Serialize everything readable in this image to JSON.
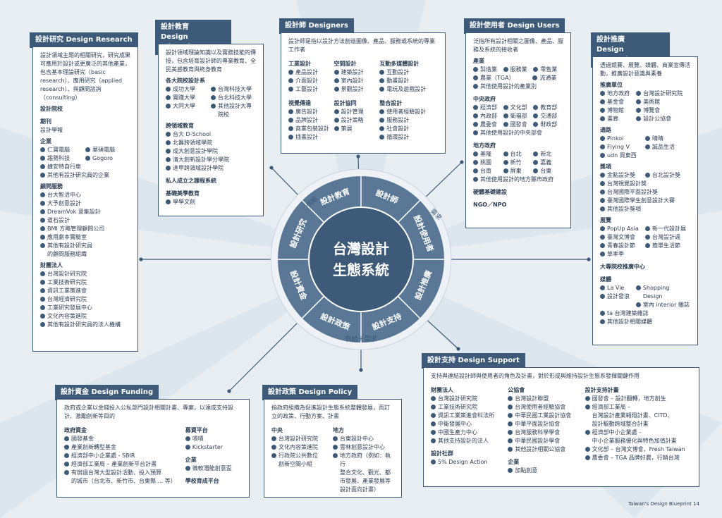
{
  "hub": {
    "center_line1": "台灣設計",
    "center_line2": "生態系統",
    "ring": [
      "設計師",
      "設計使用者",
      "設計推廣",
      "設計支持",
      "設計政策",
      "設計資金",
      "設計研究",
      "設計教育"
    ],
    "supply": "供給",
    "demand": "需求",
    "supply_demand": "供給＋需求"
  },
  "research": {
    "title": "設計研究 Design Research",
    "intro": "設計領域主題的相關研究，研究成果可應用於設計或更廣泛的其他產業，包含基本理論研究（basic research）、應用研究（applied research）、與顧問諮詢（consulting）",
    "s1": "設計院校",
    "s2": "期刊",
    "s2_text": "設計學報",
    "s3": "企業",
    "s3_items": [
      "仁寶電腦",
      "華碩電腦",
      "趨勢科技",
      "Gogoro",
      "捷安特自行車",
      "其他有設計研究員的企業"
    ],
    "s4": "顧問服務",
    "s4_items": [
      "台大智活中心",
      "大予創意設計",
      "DreamVok 意集設計",
      "道石設計",
      "BMI 方略管理顧問公司",
      "應用劇本實驗室",
      "其他有設計研究員",
      "的顧問服務組織"
    ],
    "s5": "財團法人",
    "s5_items": [
      "台灣設計研究院",
      "工業技術研究院",
      "資訊工業策進會",
      "台灣經濟研究院",
      "工業研究發展中心",
      "文化內容策進院",
      "其他有設計研究員的法人機構"
    ]
  },
  "education": {
    "title1": "設計教育",
    "title2": "Design Education",
    "intro": "設計領域理論知識以及實務技能的傳授，包含培育設計師的專業教育、全民美感教育與終身教育",
    "s1": "各大院校設計系",
    "s1_items": [
      "成功大學",
      "台灣科技大學",
      "實踐大學",
      "台北科技大學",
      "大同大學",
      "其他設計大專院校"
    ],
    "s2": "跨領域教育",
    "s2_items": [
      "台大 D-School",
      "北醫跨領域學院",
      "成大創意設計學院",
      "清大創新設計學分學院",
      "逢甲跨領域設計學院"
    ],
    "s3": "私人成立之課程系統",
    "s4": "基礎美學教育",
    "s4_items": [
      "學學文創"
    ]
  },
  "designers": {
    "title": "設計師 Designers",
    "intro": "設計師是指以設計方法創造圖像、產品、服務或系統的專業工作者",
    "g1": "工業設計",
    "g1_items": [
      "產品設計",
      "介面設計",
      "工藝設計"
    ],
    "g2": "空間設計",
    "g2_items": [
      "建築設計",
      "室內設計",
      "景觀設計"
    ],
    "g3": "互動多媒體設計",
    "g3_items": [
      "互動設計",
      "動畫設計",
      "電玩及遊戲設計"
    ],
    "g4": "視覺傳達",
    "g4_items": [
      "廣告設計",
      "品牌設計",
      "商業包裝設計",
      "插畫設計"
    ],
    "g5": "設計協同",
    "g5_items": [
      "設計管理",
      "設計策略",
      "策展"
    ],
    "g6": "整合設計",
    "g6_items": [
      "使用者經驗設計",
      "服務設計",
      "社會設計",
      "循環設計"
    ]
  },
  "users": {
    "title": "設計使用者 Design Users",
    "intro": "泛指所有設計相關之圖像、產品、服務及系統的接收者",
    "s1": "產業",
    "s1_items": [
      "製造業",
      "服務業",
      "零售業",
      "農業（TGA）",
      "流通業"
    ],
    "s1_extra": "其他使用設計的產業別",
    "s2": "中央政府",
    "s2_items": [
      "經濟部",
      "文化部",
      "教育部",
      "內政部",
      "衛福部",
      "交通部",
      "農委會",
      "國發會",
      "財政部"
    ],
    "s2_extra": "其他使用設計的中央部會",
    "s3": "地方政府",
    "s3_items": [
      "基隆",
      "台北",
      "新北",
      "桃園",
      "新竹",
      "嘉義",
      "台南",
      "屏東",
      "台東"
    ],
    "s3_extra": "其他使用設計的地方縣市政府",
    "s4": "硬體基礎建設",
    "s5": "NGO／NPO"
  },
  "promotion": {
    "title1": "設計推廣",
    "title2": "Design Promotion",
    "intro": "透過競賽、展覽、媒體、商業宣傳活動，推廣設計意識與素養",
    "s1": "推廣單位",
    "s1_items": [
      "地方政府",
      "台灣設計研究院",
      "基金會",
      "美術館",
      "博物館",
      "博覽會",
      "畫廊",
      "設計公協會"
    ],
    "s2": "通路",
    "s2_items": [
      "Pinkoi",
      "晴晴",
      "Flying V",
      "誠品生活"
    ],
    "s2_extra": "udn 買東西",
    "s3": "獎項",
    "s3_items": [
      "金點設計獎",
      "台北設計獎"
    ],
    "s3_list": [
      "台灣視覺設計獎",
      "台灣國際平面設計獎",
      "臺灣國際學生創意設計大賽",
      "其他設計獎項"
    ],
    "s4": "展覽",
    "s4_items": [
      "PopUp Asia",
      "新一代設計展",
      "臺灣文博會",
      "台灣設計週",
      "青春設計節",
      "簡單生活節"
    ],
    "s4_extra": "草率季",
    "s5": "大專院校推廣中心",
    "s6": "媒體",
    "s6_items": [
      "La Vie",
      "Shopping Design",
      "設計發浪",
      "室內 interior 雜誌"
    ],
    "s6_list": [
      "ta 台灣建築雜誌",
      "其他設計相關媒體"
    ]
  },
  "support": {
    "title": "設計支持 Design Support",
    "intro": "支持與連結設計師與使用者的角色及計畫，對於形成與維持設計生態系發揮關鍵作用",
    "c1": "財團法人",
    "c1_items": [
      "台灣設計研究院",
      "工業技術研究院",
      "資訊工業策進會科法所",
      "中衛發展中心",
      "中國生產力中心",
      "其他支持設計的法人"
    ],
    "c1b": "設計社群",
    "c1b_items": [
      "5% Design Action"
    ],
    "c2": "公協會",
    "c2_items": [
      "台灣設計聯盟",
      "台灣使用者經驗協會",
      "中華民國工業設計協會",
      "中華平面設計協會",
      "台灣服務科學學會",
      "中華民國設計學會",
      "其他設計相關公協會"
    ],
    "c2b": "企業",
    "c2b_items": [
      "加點創意"
    ],
    "c3": "設計支持計畫",
    "c3_items": [
      "國發會 – 設計翻轉，地方創生",
      "經濟部工業局 –",
      "經濟部中小企業處 -",
      "文化部 – 台灣文博會、Fresh Taiwan",
      "農委會 – TGA 品牌好農，行銷台灣"
    ],
    "c3_sub1": "台灣設計產業翱翔計畫、CITD、",
    "c3_sub1b": "設計驅動跨域整合計畫",
    "c3_sub2": "中小企業服務優化與特色加值計畫"
  },
  "policy": {
    "title": "設計政策 Design Policy",
    "intro": "指政府組織為促進設計生態系統整體發展，而訂立的政策、行動方案、計畫",
    "c1": "中央",
    "c1_items": [
      "台灣設計研究院",
      "文化內容策進院",
      "行政院公共數位"
    ],
    "c1_sub": "創新空間小組",
    "c2": "地方",
    "c2_items": [
      "台東設計中心",
      "雲林創意設計中心",
      "地方政府（例如：執行"
    ],
    "c2_sub": [
      "整合文化、觀光、都",
      "市發展、產業發展等",
      "設計面向計畫）"
    ]
  },
  "funding": {
    "title": "設計資金 Design Funding",
    "intro": "政府或企業以金錢投入公私部門設計相關計畫、專案，以達成支持設計、激勵創新等目的",
    "c1": "政府資金",
    "c1_items": [
      "國發基金",
      "產業創新轉型基金",
      "經濟部中小企業處 - SBIR",
      "經濟部工業局 – 產業創新平台計畫",
      "有辦過台灣大型設計活動、投入預算"
    ],
    "c1_sub": "的城市（台北市、新竹市、台東縣 ... 等）",
    "c2": "募資平台",
    "c2_items": [
      "嘖嘖",
      "Kickstarter"
    ],
    "c3": "企業",
    "c3_items": [
      "微軟潛能創意盃"
    ],
    "c4": "學校育成平台"
  },
  "footer": "Taiwan's Design Blueprint   14",
  "colors": {
    "navy": "#3d5a78",
    "ring": "#5a7896",
    "bg": "#e9eef3"
  }
}
